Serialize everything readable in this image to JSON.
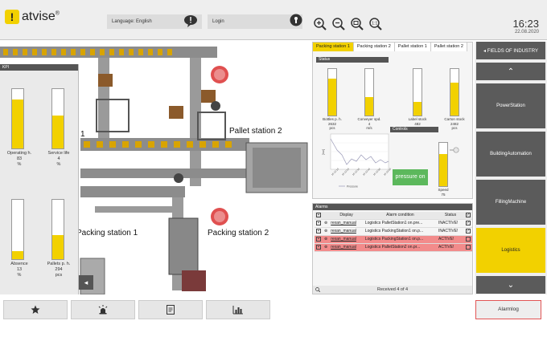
{
  "header": {
    "logo_text": "atvise",
    "logo_reg": "®",
    "language_label": "Language: English",
    "login_label": "Login",
    "time": "16:23",
    "date": "22.08.2020"
  },
  "plant": {
    "labels": [
      "Pallet station 2",
      "Packing station 1",
      "Packing station 2",
      "1"
    ]
  },
  "kpi": {
    "title": "KPI",
    "gauges": [
      {
        "name": "Operating h.",
        "value": "83",
        "unit": "%",
        "fill": 0.83
      },
      {
        "name": "Service life",
        "value": "4",
        "unit": "%",
        "fill": 0.55
      },
      {
        "name": "Absence",
        "value": "13",
        "unit": "%",
        "fill": 0.13
      },
      {
        "name": "Pallets p. h.",
        "value": "294",
        "unit": "pcs",
        "fill": 0.4
      }
    ]
  },
  "station": {
    "tabs": [
      "Packing station 1",
      "Packing station 2",
      "Pallet station 1",
      "Pallet station 2"
    ],
    "status_title": "Status",
    "gauges": [
      {
        "name": "Bottles p. h.",
        "value": "2632",
        "unit": "pcs",
        "fill": 0.8
      },
      {
        "name": "Conveyer spd.",
        "value": "4",
        "unit": "m/s",
        "fill": 0.4
      },
      {
        "name": "Label stock",
        "value": "482",
        "unit": "pcs",
        "fill": 0.3
      },
      {
        "name": "Carton stock",
        "value": "2482",
        "unit": "pcs",
        "fill": 0.7
      }
    ],
    "controls_title": "Controls",
    "chart_ylabel": "[bar]",
    "chart_legend": "Pressure",
    "chart_xticks": [
      "16:22:10",
      "16:22:20",
      "16:22:30",
      "16:22:40",
      "16:22:50",
      "16:23:00"
    ],
    "pressure_button": "pressure on",
    "speed": {
      "name": "Speed",
      "value": "75",
      "fill": 0.75
    }
  },
  "alarms": {
    "title": "Alarms",
    "columns": [
      "Display",
      "Alarm condition",
      "Status"
    ],
    "rows": [
      {
        "display": "rexan_manual",
        "condition": "Logistics PalletStation1 on.pre...",
        "status": "INACTIVE!",
        "active": false
      },
      {
        "display": "rexan_manual",
        "condition": "Logistics PackingStation1 on.p...",
        "status": "INACTIVE!",
        "active": false
      },
      {
        "display": "rexan_manual",
        "condition": "Logistics PackingStation1 on.p...",
        "status": "ACTIVE!",
        "active": true
      },
      {
        "display": "rexan_manual",
        "condition": "Logistics PalletStation2 on.pr...",
        "status": "ACTIVE!",
        "active": true
      }
    ],
    "footer": "Received 4 of 4"
  },
  "sidebar": {
    "items": [
      {
        "label": "◂ FIELDS OF INDUSTRY",
        "active": false
      },
      {
        "label": "⌃",
        "active": false
      },
      {
        "label": "PowerStation",
        "active": false
      },
      {
        "label": "BuildingAutomation",
        "active": false
      },
      {
        "label": "FillingMachine",
        "active": false
      },
      {
        "label": "Logistics",
        "active": true
      },
      {
        "label": "⌄",
        "active": false
      }
    ]
  },
  "footer": {
    "alarmlog_label": "Alarmlog"
  },
  "colors": {
    "accent": "#f2d100",
    "alarm_active": "#f28b8b",
    "sidebar": "#5b5b5b",
    "button_green": "#5cb85c"
  }
}
